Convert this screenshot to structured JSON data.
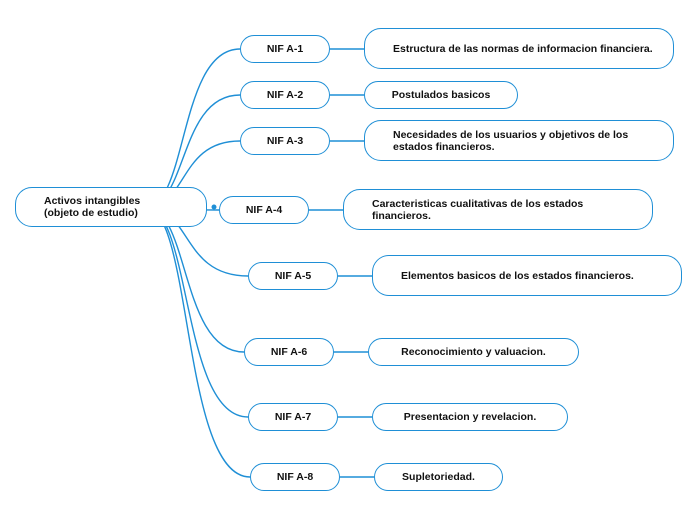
{
  "root": {
    "label": "Activos intangibles\n(objeto de estudio)"
  },
  "branches": [
    {
      "code": "NIF A-1",
      "description": "Estructura de las normas de informacion financiera."
    },
    {
      "code": "NIF A-2",
      "description": "Postulados basicos"
    },
    {
      "code": "NIF A-3",
      "description": "Necesidades de los usuarios y objetivos de los estados financieros."
    },
    {
      "code": "NIF A-4",
      "description": "Caracteristicas cualitativas de los estados financieros."
    },
    {
      "code": "NIF A-5",
      "description": "Elementos basicos de los estados financieros."
    },
    {
      "code": "NIF A-6",
      "description": "Reconocimiento y valuacion."
    },
    {
      "code": "NIF A-7",
      "description": "Presentacion y revelacion."
    },
    {
      "code": "NIF A-8",
      "description": "Supletoriedad."
    }
  ],
  "colors": {
    "line": "#1f8fd6",
    "text": "#111111",
    "background": "#ffffff"
  }
}
